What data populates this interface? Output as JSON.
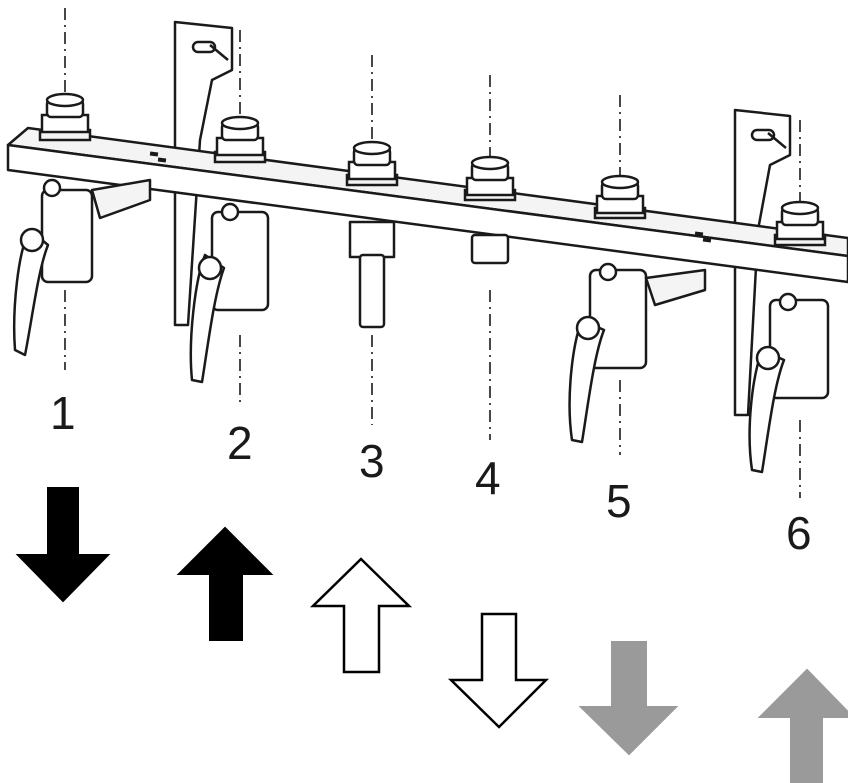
{
  "connections": [
    {
      "number": "1"
    },
    {
      "number": "2"
    },
    {
      "number": "3"
    },
    {
      "number": "4"
    },
    {
      "number": "5"
    },
    {
      "number": "6"
    }
  ],
  "arrows": [
    {
      "direction": "down",
      "style": "solid-black"
    },
    {
      "direction": "up",
      "style": "solid-black"
    },
    {
      "direction": "up",
      "style": "outline"
    },
    {
      "direction": "down",
      "style": "outline"
    },
    {
      "direction": "down",
      "style": "solid-gray"
    },
    {
      "direction": "up",
      "style": "solid-gray"
    }
  ],
  "colors": {
    "black": "#000000",
    "gray": "#9a9a9a",
    "line": "#1a1a1a",
    "fill": "#ffffff",
    "metal": "#f4f4f4"
  }
}
